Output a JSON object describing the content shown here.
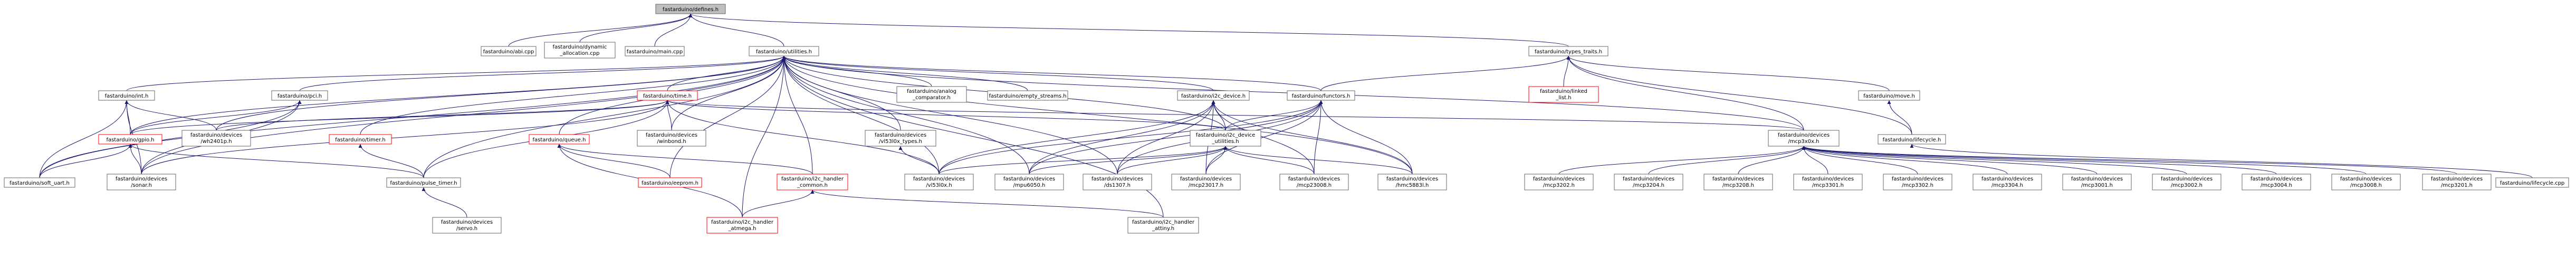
{
  "colors": {
    "border": "#666666",
    "red_border": "#ff0000",
    "edge": "#191970",
    "root_fill": "#bfbfbf",
    "box_fill": "#ffffff",
    "text": "#000000"
  },
  "nodes": {
    "defines": "fastarduino/defines.h",
    "abi": "fastarduino/abi.cpp",
    "dyn_alloc": [
      "fastarduino/dynamic",
      "_allocation.cpp"
    ],
    "main": "fastarduino/main.cpp",
    "utilities": "fastarduino/utilities.h",
    "types_traits": "fastarduino/types_traits.h",
    "int": "fastarduino/int.h",
    "pci": "fastarduino/pci.h",
    "time": "fastarduino/time.h",
    "analog_comparator": [
      "fastarduino/analog",
      "_comparator.h"
    ],
    "empty_streams": "fastarduino/empty_streams.h",
    "i2c_device": "fastarduino/i2c_device.h",
    "functors": "fastarduino/functors.h",
    "linked_list": [
      "fastarduino/linked",
      "_list.h"
    ],
    "move": "fastarduino/move.h",
    "gpio": "fastarduino/gpio.h",
    "wh2401p": [
      "fastarduino/devices",
      "/wh2401p.h"
    ],
    "winbond": [
      "fastarduino/devices",
      "/winbond.h"
    ],
    "vl53l0x_types": [
      "fastarduino/devices",
      "/vl53l0x_types.h"
    ],
    "i2c_device_utilities": [
      "fastarduino/i2c_device",
      "_utilities.h"
    ],
    "mcp3x0x": [
      "fastarduino/devices",
      "/mcp3x0x.h"
    ],
    "lifecycle_h": "fastarduino/lifecycle.h",
    "lifecycle_cpp": "fastarduino/lifecycle.cpp",
    "timer": "fastarduino/timer.h",
    "queue": "fastarduino/queue.h",
    "i2c_handler_common": [
      "fastarduino/i2c_handler",
      "_common.h"
    ],
    "soft_uart": "fastarduino/soft_uart.h",
    "sonar": [
      "fastarduino/devices",
      "/sonar.h"
    ],
    "pulse_timer": "fastarduino/pulse_timer.h",
    "eeprom": "fastarduino/eeprom.h",
    "vl53l0x": [
      "fastarduino/devices",
      "/vl53l0x.h"
    ],
    "mpu6050": [
      "fastarduino/devices",
      "/mpu6050.h"
    ],
    "ds1307": [
      "fastarduino/devices",
      "/ds1307.h"
    ],
    "mcp23017": [
      "fastarduino/devices",
      "/mcp23017.h"
    ],
    "mcp23008": [
      "fastarduino/devices",
      "/mcp23008.h"
    ],
    "hmc5883l": [
      "fastarduino/devices",
      "/hmc5883l.h"
    ],
    "servo": [
      "fastarduino/devices",
      "/servo.h"
    ],
    "i2c_handler_atmega": [
      "fastarduino/i2c_handler",
      "_atmega.h"
    ],
    "i2c_handler_attiny": [
      "fastarduino/i2c_handler",
      "_attiny.h"
    ],
    "mcp3202": [
      "fastarduino/devices",
      "/mcp3202.h"
    ],
    "mcp3204": [
      "fastarduino/devices",
      "/mcp3204.h"
    ],
    "mcp3208": [
      "fastarduino/devices",
      "/mcp3208.h"
    ],
    "mcp3301": [
      "fastarduino/devices",
      "/mcp3301.h"
    ],
    "mcp3302": [
      "fastarduino/devices",
      "/mcp3302.h"
    ],
    "mcp3304": [
      "fastarduino/devices",
      "/mcp3304.h"
    ],
    "mcp3001": [
      "fastarduino/devices",
      "/mcp3001.h"
    ],
    "mcp3002": [
      "fastarduino/devices",
      "/mcp3002.h"
    ],
    "mcp3004": [
      "fastarduino/devices",
      "/mcp3004.h"
    ],
    "mcp3008": [
      "fastarduino/devices",
      "/mcp3008.h"
    ],
    "mcp3201": [
      "fastarduino/devices",
      "/mcp3201.h"
    ]
  },
  "root": "defines",
  "red_nodes": [
    "linked_list",
    "gpio",
    "time",
    "timer",
    "queue",
    "i2c_handler_common",
    "eeprom",
    "i2c_handler_atmega"
  ],
  "edges": [
    [
      "defines",
      "abi"
    ],
    [
      "defines",
      "dyn_alloc"
    ],
    [
      "defines",
      "main"
    ],
    [
      "defines",
      "utilities"
    ],
    [
      "defines",
      "types_traits"
    ],
    [
      "utilities",
      "int"
    ],
    [
      "utilities",
      "pci"
    ],
    [
      "utilities",
      "time"
    ],
    [
      "utilities",
      "analog_comparator"
    ],
    [
      "utilities",
      "empty_streams"
    ],
    [
      "utilities",
      "i2c_device"
    ],
    [
      "utilities",
      "functors"
    ],
    [
      "utilities",
      "gpio"
    ],
    [
      "utilities",
      "wh2401p"
    ],
    [
      "utilities",
      "winbond"
    ],
    [
      "utilities",
      "vl53l0x_types"
    ],
    [
      "utilities",
      "i2c_device_utilities"
    ],
    [
      "utilities",
      "mcp3x0x"
    ],
    [
      "utilities",
      "timer"
    ],
    [
      "utilities",
      "queue"
    ],
    [
      "utilities",
      "i2c_handler_common"
    ],
    [
      "utilities",
      "soft_uart"
    ],
    [
      "utilities",
      "sonar"
    ],
    [
      "utilities",
      "pulse_timer"
    ],
    [
      "utilities",
      "eeprom"
    ],
    [
      "utilities",
      "vl53l0x"
    ],
    [
      "utilities",
      "mpu6050"
    ],
    [
      "utilities",
      "ds1307"
    ],
    [
      "utilities",
      "hmc5883l"
    ],
    [
      "utilities",
      "i2c_handler_atmega"
    ],
    [
      "utilities",
      "i2c_handler_attiny"
    ],
    [
      "types_traits",
      "functors"
    ],
    [
      "types_traits",
      "linked_list"
    ],
    [
      "types_traits",
      "move"
    ],
    [
      "types_traits",
      "lifecycle_h"
    ],
    [
      "types_traits",
      "mcp3x0x"
    ],
    [
      "int",
      "gpio"
    ],
    [
      "int",
      "soft_uart"
    ],
    [
      "int",
      "sonar"
    ],
    [
      "int",
      "wh2401p"
    ],
    [
      "pci",
      "gpio"
    ],
    [
      "pci",
      "soft_uart"
    ],
    [
      "pci",
      "sonar"
    ],
    [
      "time",
      "wh2401p"
    ],
    [
      "time",
      "winbond"
    ],
    [
      "time",
      "gpio"
    ],
    [
      "time",
      "i2c_device_utilities"
    ],
    [
      "time",
      "sonar"
    ],
    [
      "time",
      "pulse_timer"
    ],
    [
      "time",
      "vl53l0x"
    ],
    [
      "time",
      "mcp3x0x"
    ],
    [
      "i2c_device",
      "i2c_device_utilities"
    ],
    [
      "i2c_device",
      "vl53l0x"
    ],
    [
      "i2c_device",
      "mpu6050"
    ],
    [
      "i2c_device",
      "ds1307"
    ],
    [
      "i2c_device",
      "mcp23017"
    ],
    [
      "i2c_device",
      "mcp23008"
    ],
    [
      "i2c_device",
      "hmc5883l"
    ],
    [
      "functors",
      "i2c_device_utilities"
    ],
    [
      "functors",
      "vl53l0x"
    ],
    [
      "functors",
      "mpu6050"
    ],
    [
      "functors",
      "ds1307"
    ],
    [
      "functors",
      "mcp23017"
    ],
    [
      "functors",
      "mcp23008"
    ],
    [
      "functors",
      "hmc5883l"
    ],
    [
      "move",
      "lifecycle_h"
    ],
    [
      "lifecycle_h",
      "lifecycle_cpp"
    ],
    [
      "gpio",
      "soft_uart"
    ],
    [
      "gpio",
      "sonar"
    ],
    [
      "gpio",
      "pulse_timer"
    ],
    [
      "timer",
      "pulse_timer"
    ],
    [
      "queue",
      "i2c_handler_common"
    ],
    [
      "queue",
      "eeprom"
    ],
    [
      "queue",
      "i2c_handler_atmega"
    ],
    [
      "vl53l0x_types",
      "vl53l0x"
    ],
    [
      "i2c_device_utilities",
      "vl53l0x"
    ],
    [
      "i2c_device_utilities",
      "mpu6050"
    ],
    [
      "i2c_device_utilities",
      "ds1307"
    ],
    [
      "i2c_device_utilities",
      "mcp23017"
    ],
    [
      "i2c_device_utilities",
      "mcp23008"
    ],
    [
      "i2c_device_utilities",
      "hmc5883l"
    ],
    [
      "i2c_handler_common",
      "i2c_handler_atmega"
    ],
    [
      "i2c_handler_common",
      "i2c_handler_attiny"
    ],
    [
      "pulse_timer",
      "servo"
    ],
    [
      "mcp3x0x",
      "mcp3202"
    ],
    [
      "mcp3x0x",
      "mcp3204"
    ],
    [
      "mcp3x0x",
      "mcp3208"
    ],
    [
      "mcp3x0x",
      "mcp3301"
    ],
    [
      "mcp3x0x",
      "mcp3302"
    ],
    [
      "mcp3x0x",
      "mcp3304"
    ],
    [
      "mcp3x0x",
      "mcp3001"
    ],
    [
      "mcp3x0x",
      "mcp3002"
    ],
    [
      "mcp3x0x",
      "mcp3004"
    ],
    [
      "mcp3x0x",
      "mcp3008"
    ],
    [
      "mcp3x0x",
      "mcp3201"
    ]
  ]
}
